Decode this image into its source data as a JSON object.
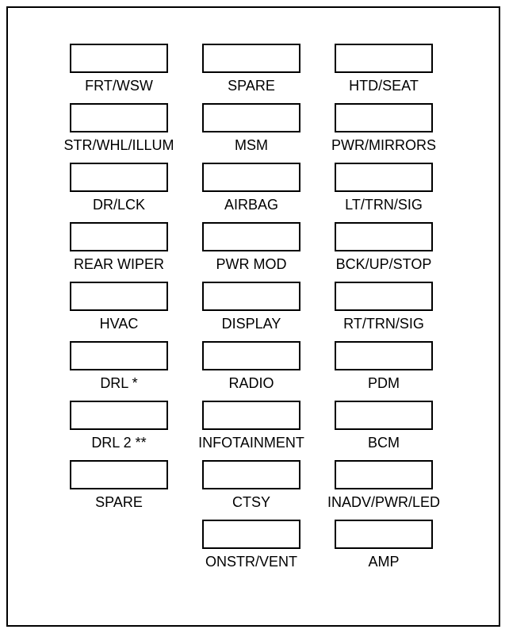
{
  "columns": [
    {
      "fuses": [
        {
          "label": "FRT/WSW"
        },
        {
          "label": "STR/WHL/ILLUM"
        },
        {
          "label": "DR/LCK"
        },
        {
          "label": "REAR WIPER"
        },
        {
          "label": "HVAC"
        },
        {
          "label": "DRL *"
        },
        {
          "label": "DRL 2 **"
        },
        {
          "label": "SPARE"
        }
      ]
    },
    {
      "fuses": [
        {
          "label": "SPARE"
        },
        {
          "label": "MSM"
        },
        {
          "label": "AIRBAG"
        },
        {
          "label": "PWR MOD"
        },
        {
          "label": "DISPLAY"
        },
        {
          "label": "RADIO"
        },
        {
          "label": "INFOTAINMENT"
        },
        {
          "label": "CTSY"
        },
        {
          "label": "ONSTR/VENT"
        }
      ]
    },
    {
      "fuses": [
        {
          "label": "HTD/SEAT"
        },
        {
          "label": "PWR/MIRRORS"
        },
        {
          "label": "LT/TRN/SIG"
        },
        {
          "label": "BCK/UP/STOP"
        },
        {
          "label": "RT/TRN/SIG"
        },
        {
          "label": "PDM"
        },
        {
          "label": "BCM"
        },
        {
          "label": "INADV/PWR/LED"
        },
        {
          "label": "AMP"
        }
      ]
    }
  ]
}
